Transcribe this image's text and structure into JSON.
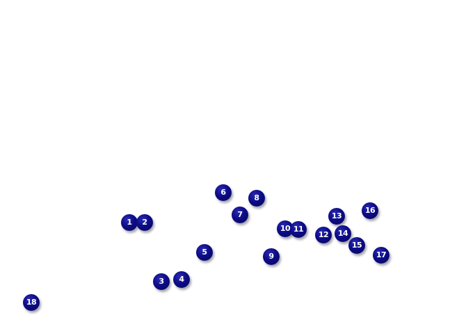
{
  "colors": {
    "background": "#ffffff",
    "marker_fill": "#0c0c86",
    "marker_text": "#ffffff"
  },
  "markers": [
    {
      "label": "1"
    },
    {
      "label": "2"
    },
    {
      "label": "3"
    },
    {
      "label": "4"
    },
    {
      "label": "5"
    },
    {
      "label": "6"
    },
    {
      "label": "7"
    },
    {
      "label": "8"
    },
    {
      "label": "9"
    },
    {
      "label": "10"
    },
    {
      "label": "11"
    },
    {
      "label": "12"
    },
    {
      "label": "13"
    },
    {
      "label": "14"
    },
    {
      "label": "15"
    },
    {
      "label": "16"
    },
    {
      "label": "17"
    },
    {
      "label": "18"
    }
  ]
}
